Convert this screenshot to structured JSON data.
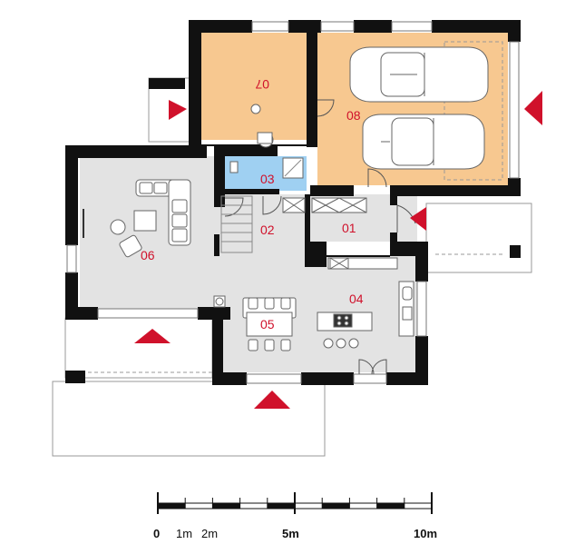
{
  "rooms": [
    {
      "id": "01"
    },
    {
      "id": "02"
    },
    {
      "id": "03"
    },
    {
      "id": "04"
    },
    {
      "id": "05"
    },
    {
      "id": "06"
    },
    {
      "id": "07"
    },
    {
      "id": "08"
    }
  ],
  "scale": {
    "labels": [
      "0",
      "1m",
      "2m",
      "5m",
      "10m"
    ]
  },
  "colors": {
    "wall": "#111111",
    "living_floor": "#e3e3e3",
    "garage_floor": "#f7c890",
    "bathroom_floor": "#9fd0f2",
    "entrance_arrow": "#d0112b",
    "room_number": "#d0112b"
  },
  "icons": [
    "entrance-arrow-icon",
    "car-icon",
    "sofa-icon",
    "dining-table-icon",
    "stove-icon",
    "toilet-icon",
    "shower-icon",
    "sink-icon"
  ]
}
